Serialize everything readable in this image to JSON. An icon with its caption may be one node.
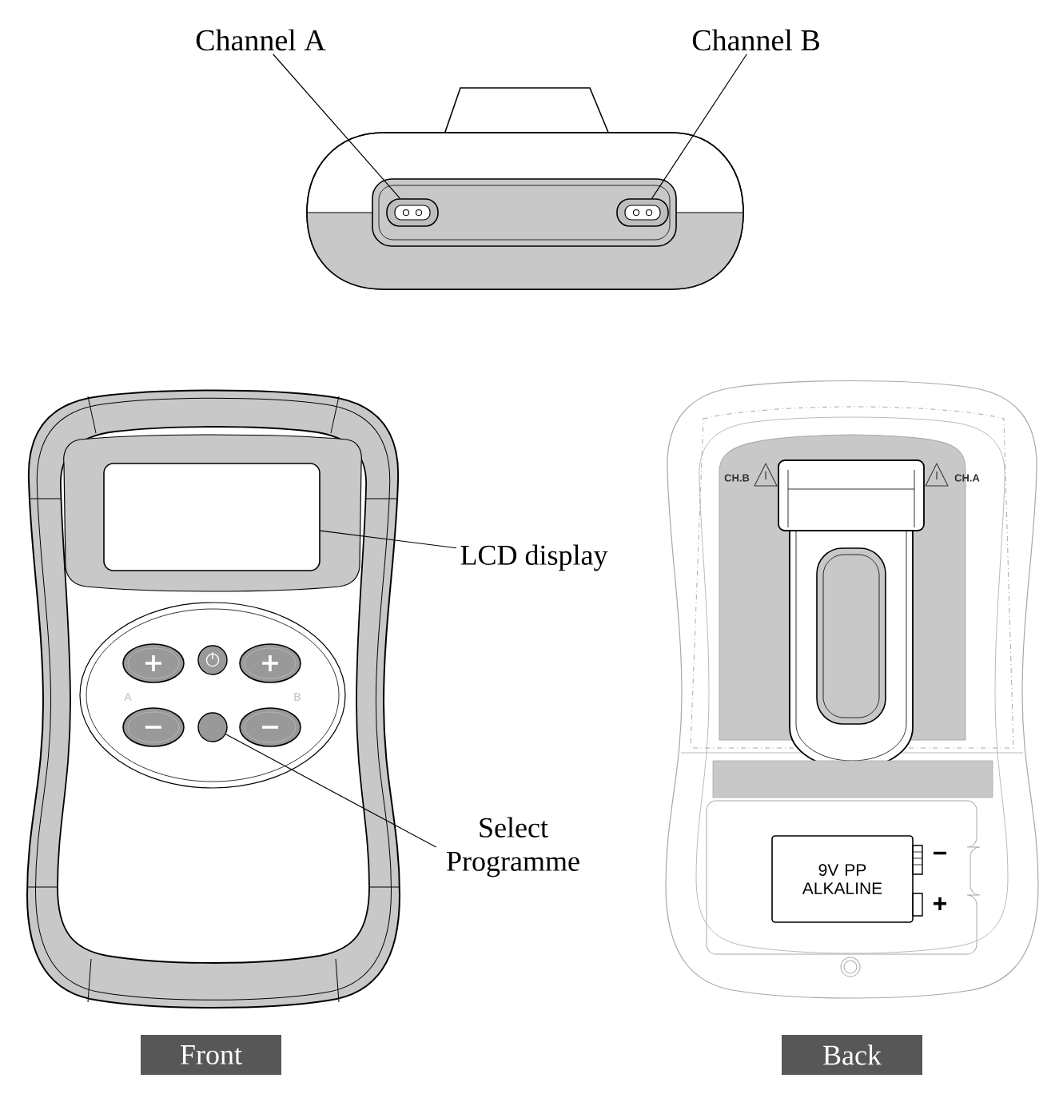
{
  "diagram": {
    "nodes": [
      {
        "text": [
          "Channel A"
        ]
      },
      {
        "text": [
          "Channel B"
        ]
      },
      {
        "text": [],
        "shape": "box"
      },
      {
        "text": [],
        "shape": "box"
      },
      {
        "text": [],
        "shape": "box"
      },
      {
        "text": [
          "LCD display"
        ]
      },
      {
        "text": [],
        "shape": "circle"
      },
      {
        "text": [],
        "shape": "circle"
      },
      {
        "text": [
          "Select Programme"
        ]
      },
      {
        "text": [
          "9V PP ALKALINE"
        ],
        "beside": [
          "−",
          "+"
        ]
      },
      {
        "text": [
          "Front"
        ]
      },
      {
        "text": [
          "Back"
        ]
      }
    ],
    "edges": [
      {
        "from": 0,
        "to": 2,
        "arrow": "none"
      },
      {
        "from": 1,
        "to": 3,
        "arrow": "none"
      },
      {
        "from": 5,
        "to": 4,
        "arrow": "none"
      },
      {
        "from": 8,
        "to": 7,
        "arrow": "none"
      }
    ],
    "labels": [
      "A",
      "B",
      "CH.B",
      "CH.A"
    ]
  }
}
